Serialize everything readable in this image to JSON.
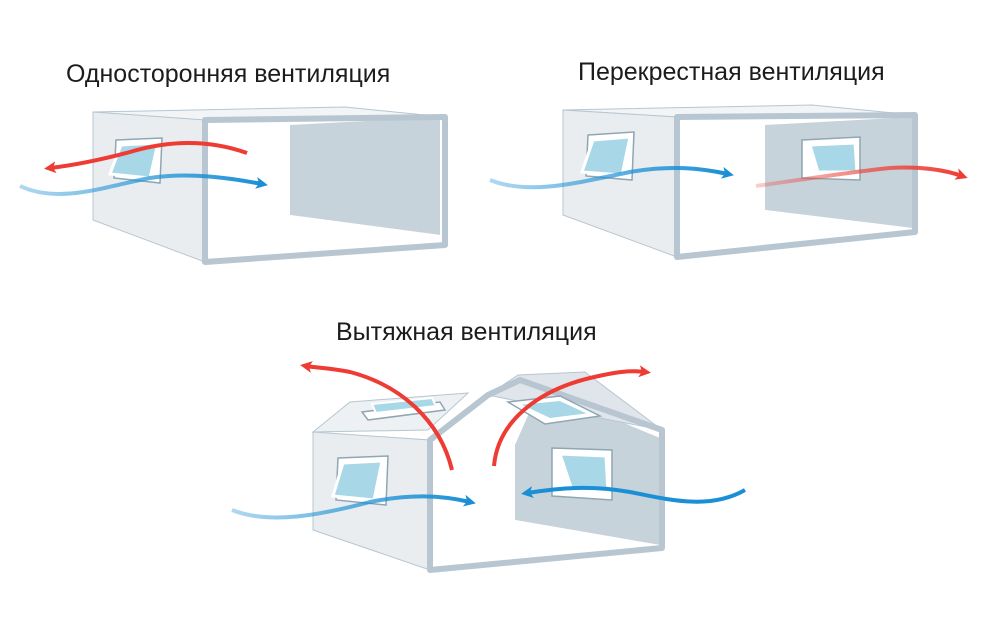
{
  "titles": {
    "single_sided": "Односторонняя вентиляция",
    "cross": "Перекрестная вентиляция",
    "stack": "Вытяжная вентиляция"
  },
  "colors": {
    "cold_air": "#1a8fd6",
    "warm_air": "#ee3b33",
    "wall_face": "#e9edf0",
    "wall_edge": "#b7c6d0",
    "interior_wall": "#c7d3db",
    "glass": "#a8d7e8"
  }
}
